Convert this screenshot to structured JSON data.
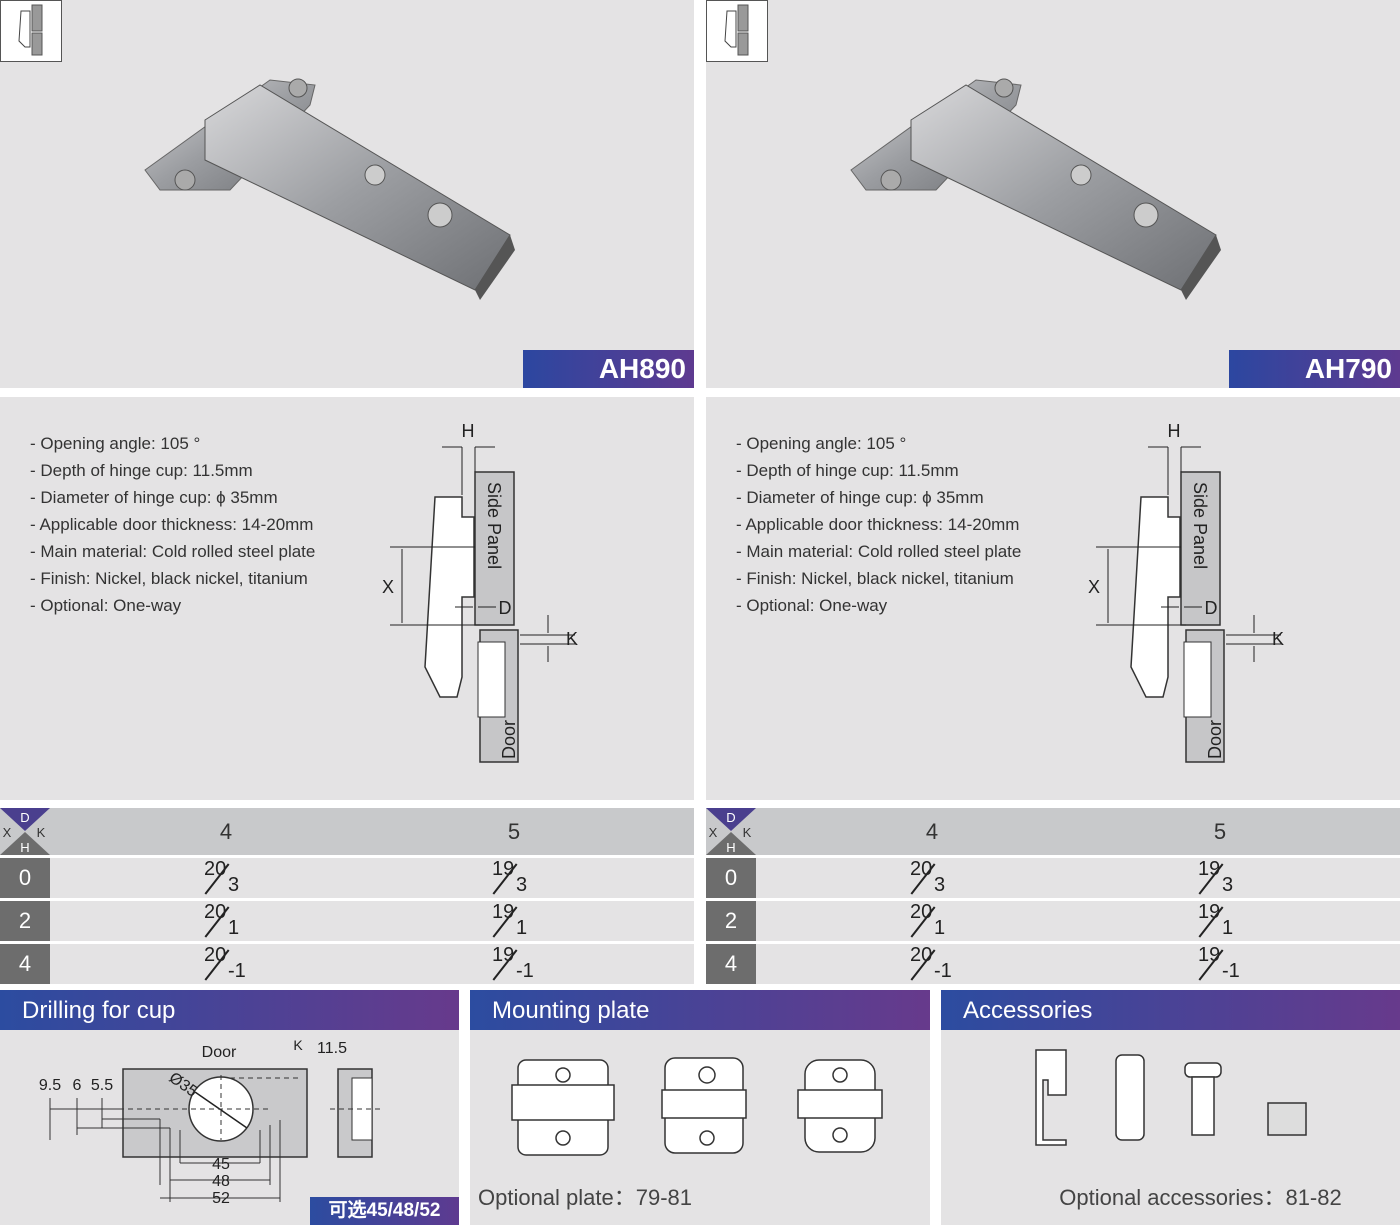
{
  "products": [
    {
      "model": "AH890",
      "specs": [
        "- Opening angle: 105 °",
        "- Depth of hinge cup: 11.5mm",
        "- Diameter of hinge cup: ϕ 35mm",
        "- Applicable door thickness: 14-20mm",
        "- Main material: Cold rolled steel plate",
        "- Finish: Nickel, black nickel, titanium",
        "- Optional: One-way"
      ]
    },
    {
      "model": "AH790",
      "specs": [
        "- Opening angle: 105 °",
        "- Depth of hinge cup: 11.5mm",
        "- Diameter of hinge cup: ϕ 35mm",
        "- Applicable door thickness: 14-20mm",
        "- Main material: Cold rolled steel plate",
        "- Finish: Nickel, black nickel, titanium",
        "- Optional: One-way"
      ]
    }
  ],
  "diagram": {
    "h": "H",
    "side_panel": "Side Panel",
    "x": "X",
    "d": "D",
    "k": "K",
    "door": "Door"
  },
  "table": {
    "corner": {
      "d": "D",
      "x": "X",
      "k": "K",
      "h": "H"
    },
    "columns": [
      "4",
      "5"
    ],
    "rows": [
      {
        "label": "0",
        "cells": [
          {
            "num": "20",
            "den": "3"
          },
          {
            "num": "19",
            "den": "3"
          }
        ]
      },
      {
        "label": "2",
        "cells": [
          {
            "num": "20",
            "den": "1"
          },
          {
            "num": "19",
            "den": "1"
          }
        ]
      },
      {
        "label": "4",
        "cells": [
          {
            "num": "20",
            "den": "-1"
          },
          {
            "num": "19",
            "den": "-1"
          }
        ]
      }
    ]
  },
  "drilling": {
    "title": "Drilling for cup",
    "door": "Door",
    "dia": "Ø35",
    "k": "K",
    "depth": "11.5",
    "d1": "9.5",
    "d2": "6",
    "d3": "5.5",
    "w1": "45",
    "w2": "48",
    "w3": "52",
    "badge": "可选45/48/52"
  },
  "mounting": {
    "title": "Mounting plate",
    "text": "Optional plate：79-81"
  },
  "accessories": {
    "title": "Accessories",
    "text": "Optional accessories：81-82"
  },
  "colors": {
    "panel": "#e4e3e4",
    "header_start": "#2c4ca0",
    "header_end": "#673a8c",
    "row_label": "#6d6d6d"
  }
}
